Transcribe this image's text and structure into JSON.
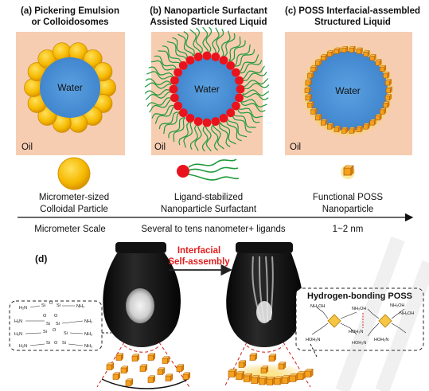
{
  "panels": {
    "a": {
      "label": "(a) Pickering Emulsion",
      "label2": "or Colloidosomes",
      "water": "Water",
      "oil": "Oil"
    },
    "b": {
      "label": "(b) Nanoparticle Surfactant",
      "label2": "Assisted Structured Liquid",
      "water": "Water",
      "oil": "Oil"
    },
    "c": {
      "label": "(c) POSS Interfacial-assembled",
      "label2": "Structured Liquid",
      "water": "Water",
      "oil": "Oil"
    }
  },
  "legend": {
    "colloid": {
      "line1": "Micrometer-sized",
      "line2": "Colloidal Particle"
    },
    "nps": {
      "line1": "Ligand-stabilized",
      "line2": "Nanoparticle Surfactant"
    },
    "poss": {
      "line1": "Functional POSS",
      "line2": "Nanoparticle"
    }
  },
  "scale": {
    "micro": "Micrometer Scale",
    "nano": "Several to tens nanometer+ ligands",
    "poss": "1~2 nm"
  },
  "panel_d": {
    "label": "(d)",
    "arrow_line1": "Interfacial",
    "arrow_line2": "Self-assembly",
    "hbond_title": "Hydrogen-bonding POSS"
  },
  "colors": {
    "oil": "#f7cdb2",
    "water": "#4a90d6",
    "colloid": "#f5b800",
    "red": "#e8131c",
    "ligand": "#1f9a3c",
    "poss": "#f0a020",
    "arrow_red": "#e02020"
  }
}
